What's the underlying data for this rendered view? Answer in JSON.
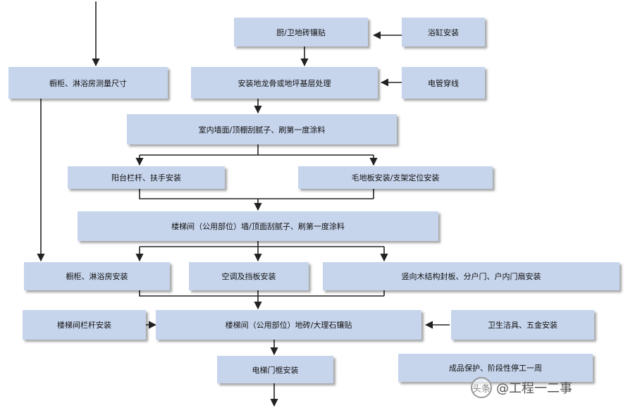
{
  "diagram": {
    "nodes": {
      "kitchen_tile": "厨/卫地砖镶贴",
      "bathtub": "浴缸安装",
      "cabinet_measure": "橱柜、淋浴房测量尺寸",
      "floor_keel": "安装地龙骨或地坪基层处理",
      "conduit": "电管穿线",
      "wall_putty": "室内墙面/顶棚刮腻子、刷第一度涂料",
      "balcony_rail": "阳台栏杆、扶手安装",
      "subfloor": "毛地板安装/支架定位安装",
      "stair_putty": "楼梯间（公用部位）墙/顶面刮腻子、刷第一度涂料",
      "cabinet_install": "橱柜、淋浴房安装",
      "ac_baffle": "空调及挡板安装",
      "wood_doors": "竖向木结构封板、分户门、户内门扇安装",
      "stair_railing": "楼梯间栏杆安装",
      "stair_tile": "楼梯间（公用部位）地砖/大理石镶贴",
      "sanitary": "卫生洁具、五金安装",
      "elevator_frame": "电梯门框安装",
      "protection": "成品保护、阶段性停工一周"
    }
  },
  "watermark": {
    "logo": "头条",
    "text": "@工程一二事"
  }
}
